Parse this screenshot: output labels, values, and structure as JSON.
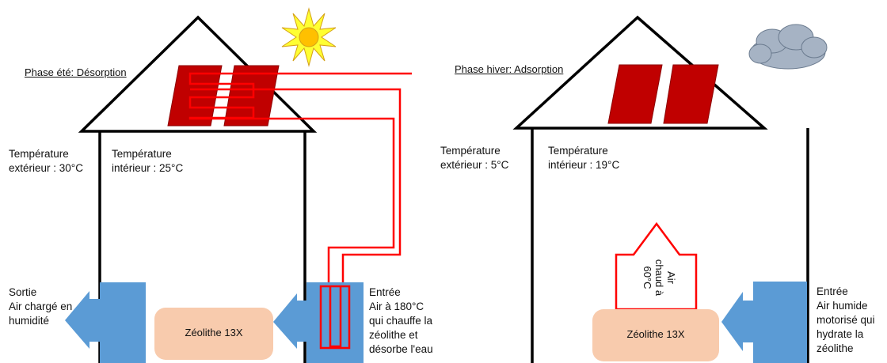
{
  "summer": {
    "phase_label": "Phase été: Désorption",
    "temp_ext": "Température\nextérieur : 30°C",
    "temp_int": "Température\nintérieur : 25°C",
    "outlet": "Sortie\nAir chargé en\nhumidité",
    "inlet": "Entrée\nAir à 180°C\nqui chauffe la\nzéolithe et\ndésorbe l'eau",
    "zeolite": "Zéolithe 13X"
  },
  "winter": {
    "phase_label": "Phase hiver: Adsorption",
    "temp_ext": "Température\nextérieur : 5°C",
    "temp_int": "Température\nintérieur : 19°C",
    "inlet": "Entrée\nAir humide\nmotorisé qui\nhydrate la\nzéolithe",
    "zeolite": "Zéolithe 13X",
    "hot_air": "Air\nchaud à\n60°C"
  },
  "colors": {
    "panel": "#c00000",
    "pipe": "#ff0000",
    "blower": "#5b9bd5",
    "zeolite": "#f8cbad",
    "sun": "#ffd700",
    "cloud": "#a6b3c4"
  }
}
